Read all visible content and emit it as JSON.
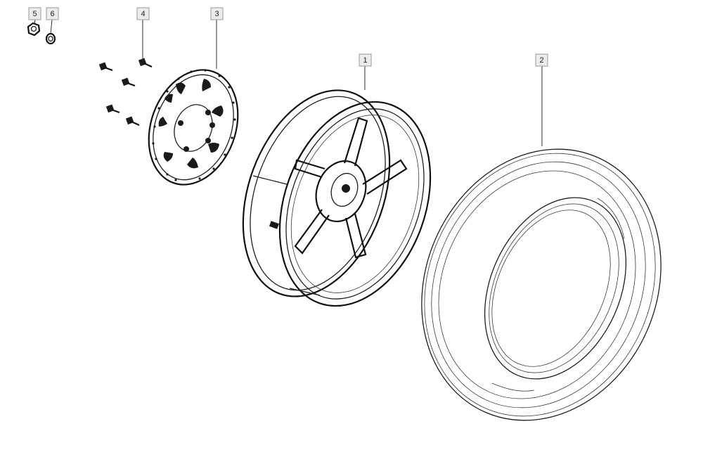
{
  "callouts": [
    {
      "id": "1",
      "label": "1"
    },
    {
      "id": "2",
      "label": "2"
    },
    {
      "id": "3",
      "label": "3"
    },
    {
      "id": "4",
      "label": "4"
    },
    {
      "id": "5",
      "label": "5"
    },
    {
      "id": "6",
      "label": "6"
    }
  ],
  "colors": {
    "line": "#1e1e1e",
    "callout_fill": "#ececec",
    "callout_border": "#9a9a9a",
    "background": "#ffffff"
  }
}
